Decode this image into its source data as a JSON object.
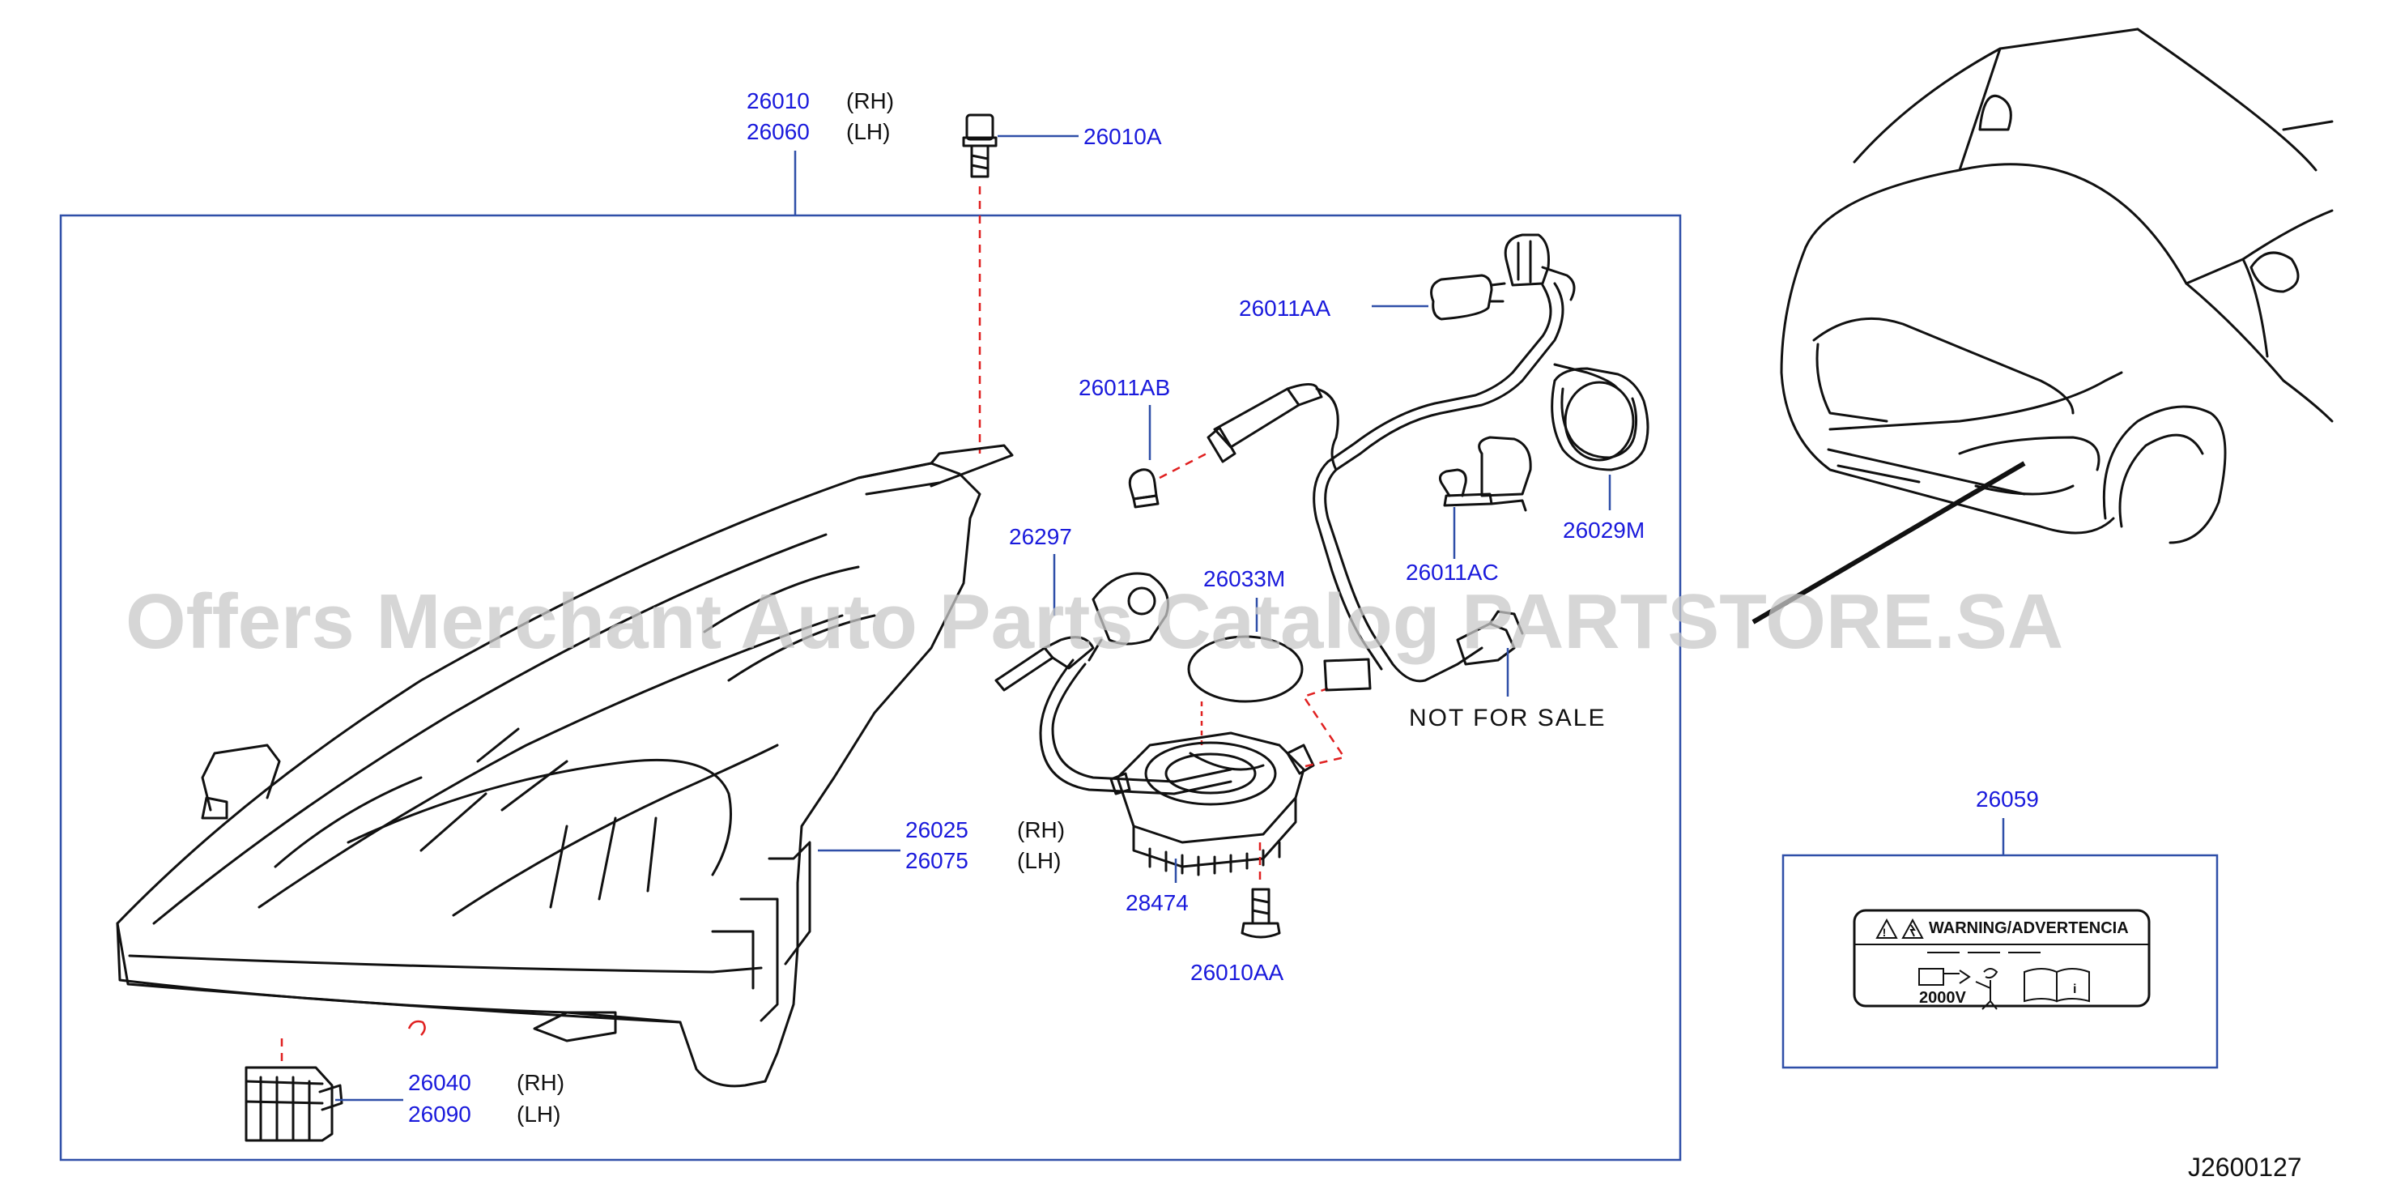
{
  "diagram": {
    "parts": {
      "p26010": "26010",
      "p26060": "26060",
      "p26010A": "26010A",
      "p26011AA": "26011AA",
      "p26011AB": "26011AB",
      "p26297": "26297",
      "p26033M": "26033M",
      "p26029M": "26029M",
      "p26011AC": "26011AC",
      "p26025": "26025",
      "p26075": "26075",
      "p28474": "28474",
      "p26010AA": "26010AA",
      "p26040": "26040",
      "p26090": "26090",
      "p26059": "26059"
    },
    "side_rh": "(RH)",
    "side_lh": "(LH)",
    "not_for_sale": "NOT   FOR   SALE",
    "warning_label": "WARNING/ADVERTENCIA",
    "voltage_label": "2000V",
    "diagram_code": "J2600127",
    "watermark": "Offers Merchant Auto Parts Catalog PARTSTORE.SA"
  },
  "colors": {
    "part_number": "#1a1adc",
    "callout_line": "#2f4fa8",
    "dashed_guide": "#e02020",
    "watermark": "#c8c8c8"
  }
}
